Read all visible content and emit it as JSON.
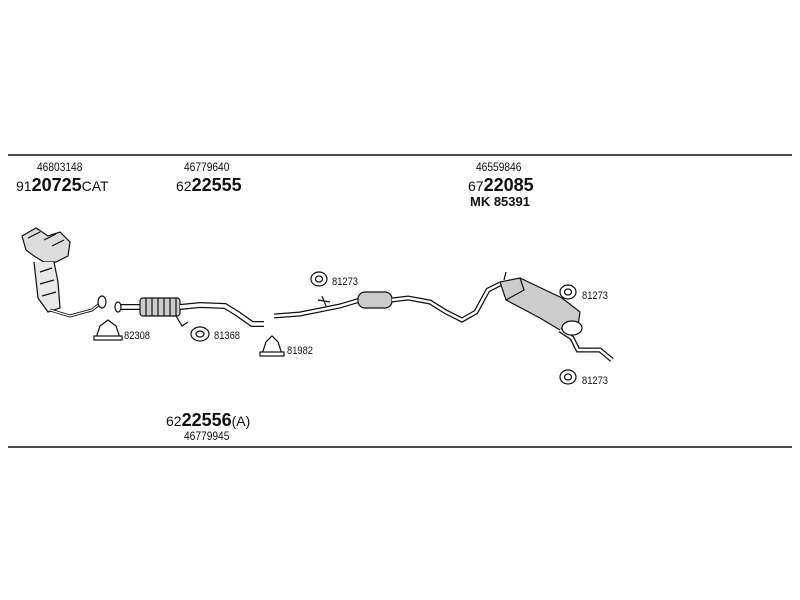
{
  "groups": {
    "manifold": {
      "oe": "46803148",
      "prefix": "91",
      "digits": "20725",
      "suffix": "CAT"
    },
    "front_pipe": {
      "oe": "46779640",
      "prefix": "62",
      "digits": "22555"
    },
    "rear": {
      "oe": "46559846",
      "prefix": "67",
      "digits": "22085",
      "mk": "MK  85391"
    },
    "full_system": {
      "prefix": "62",
      "digits": "22556",
      "suffix": "(A)",
      "oe": "46779945"
    }
  },
  "parts": {
    "clamp_82308": "82308",
    "ring_81368": "81368",
    "clamp_81982": "81982",
    "mount_81273_a": "81273",
    "mount_81273_b": "81273",
    "mount_81273_c": "81273"
  },
  "colors": {
    "line": "#111111",
    "part_fill": "#ffffff",
    "shade": "#bbbbbb"
  }
}
